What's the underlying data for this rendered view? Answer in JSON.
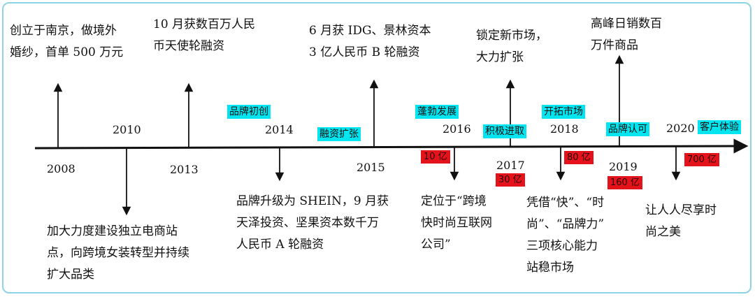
{
  "years": [
    "2008",
    "2010",
    "2013",
    "2014",
    "2015",
    "2016",
    "2017",
    "2018",
    "2019",
    "2020"
  ],
  "phases": [
    "品牌初创",
    "融资扩张",
    "蓬勃发展",
    "积极进取",
    "开拓市场",
    "品牌认可",
    "客户体验"
  ],
  "revenue": [
    "10 亿",
    "30 亿",
    "80 亿",
    "160 亿",
    "700 亿"
  ],
  "events": {
    "e2008": [
      "创立于南京，做境外",
      "婚纱，首单 500 万元"
    ],
    "e2010": [
      "加大力度建设独立电商站",
      "点，向跨境女装转型并持续",
      "扩大品类"
    ],
    "e2013": [
      "10 月获数百万人民",
      "币天使轮融资"
    ],
    "e2014": [
      "品牌升级为 SHEIN，9 月获",
      "天泽投资、坚果资本数千万",
      "人民币 A 轮融资"
    ],
    "e2015": [
      "6 月获 IDG、景林资本",
      "3 亿人民币 B 轮融资"
    ],
    "e2016": [
      "定位于“跨境",
      "快时尚互联网",
      "公司”"
    ],
    "e2017": [
      "锁定新市场，",
      "大力扩张"
    ],
    "e2018": [
      "凭借“快”、“时",
      "尚”、“品牌力”",
      "三项核心能力",
      "站稳市场"
    ],
    "e2019": [
      "高峰日销数百",
      "万件商品"
    ],
    "e2020": [
      "让人人尽享时",
      "尚之美"
    ]
  },
  "colors": {
    "phase_bg": "#00e5f0",
    "revenue_bg": "#e4121b",
    "frame": "#8fd3e6"
  }
}
